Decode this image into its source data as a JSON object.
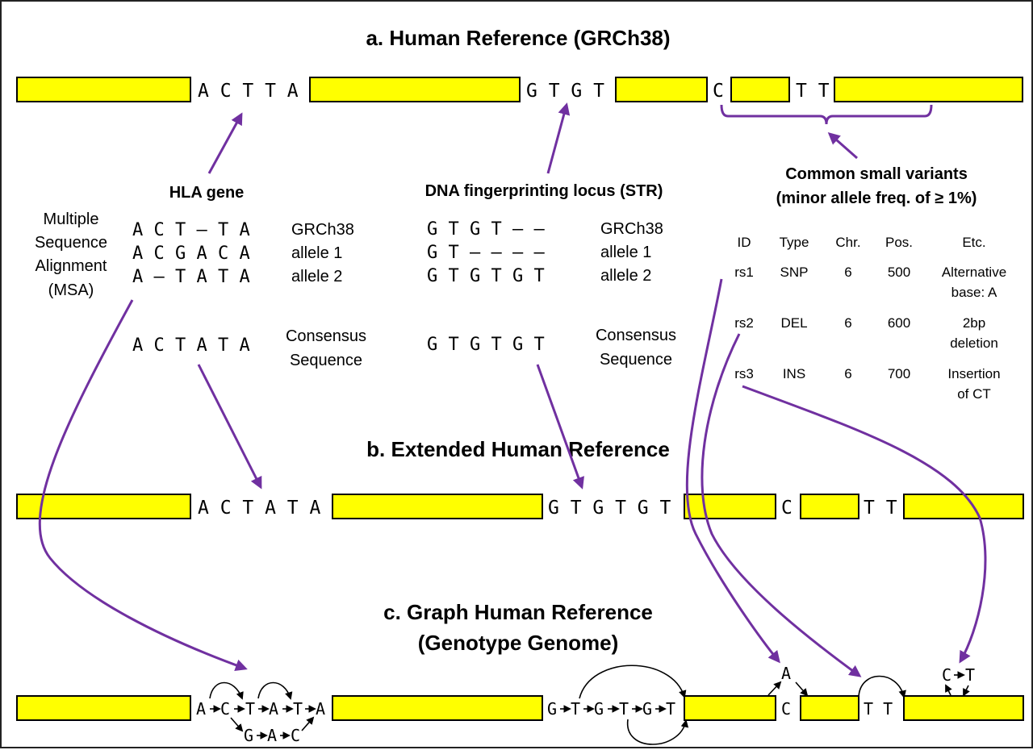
{
  "titles": {
    "a": "a. Human Reference (GRCh38)",
    "b": "b. Extended Human Reference",
    "c1": "c. Graph Human Reference",
    "c2": "(Genotype Genome)"
  },
  "row_a": {
    "seq1": "A C T T A",
    "seq2": "G T G T",
    "c": "C",
    "tt": "T T"
  },
  "row_b": {
    "seq1": "A C T A T A",
    "seq2": "G T G T G T",
    "c": "C",
    "tt": "T T"
  },
  "row_c": {
    "a1": "A",
    "c1": "C",
    "t1": "T",
    "a2": "A",
    "t2": "T",
    "a3": "A",
    "g1": "G",
    "a4": "A",
    "c2": "C",
    "g2": "G",
    "t3": "T",
    "g3": "G",
    "t4": "T",
    "g4": "G",
    "t5": "T",
    "c3": "C",
    "alt_a": "A",
    "tt": "T T",
    "ins_c": "C",
    "ins_t": "T"
  },
  "msa": {
    "label": [
      "Multiple",
      "Sequence",
      "Alignment",
      "(MSA)"
    ]
  },
  "hla": {
    "title": "HLA gene",
    "rows": [
      {
        "seq": "A C T – T A",
        "name": "GRCh38"
      },
      {
        "seq": "A C G A C A",
        "name": "allele 1"
      },
      {
        "seq": "A – T A T A",
        "name": "allele 2"
      }
    ],
    "consensus_seq": "A C T A T A",
    "consensus_label": [
      "Consensus",
      "Sequence"
    ]
  },
  "str": {
    "title": "DNA fingerprinting locus (STR)",
    "rows": [
      {
        "seq": "G T G T – –",
        "name": "GRCh38"
      },
      {
        "seq": "G T – – – –",
        "name": "allele 1"
      },
      {
        "seq": "G T G T G T",
        "name": "allele 2"
      }
    ],
    "consensus_seq": "G T G T G T",
    "consensus_label": [
      "Consensus",
      "Sequence"
    ]
  },
  "variants": {
    "title1": "Common small variants",
    "title2": "(minor allele freq. of ≥ 1%)",
    "headers": [
      "ID",
      "Type",
      "Chr.",
      "Pos.",
      "Etc."
    ],
    "rows": [
      {
        "id": "rs1",
        "type": "SNP",
        "chr": "6",
        "pos": "500",
        "etc": [
          "Alternative",
          "base: A"
        ]
      },
      {
        "id": "rs2",
        "type": "DEL",
        "chr": "6",
        "pos": "600",
        "etc": [
          "2bp",
          "deletion"
        ]
      },
      {
        "id": "rs3",
        "type": "INS",
        "chr": "6",
        "pos": "700",
        "etc": [
          "Insertion",
          "of CT"
        ]
      }
    ]
  },
  "colors": {
    "block": "#ffff00",
    "arrow": "#7030a0",
    "text": "#000000"
  }
}
